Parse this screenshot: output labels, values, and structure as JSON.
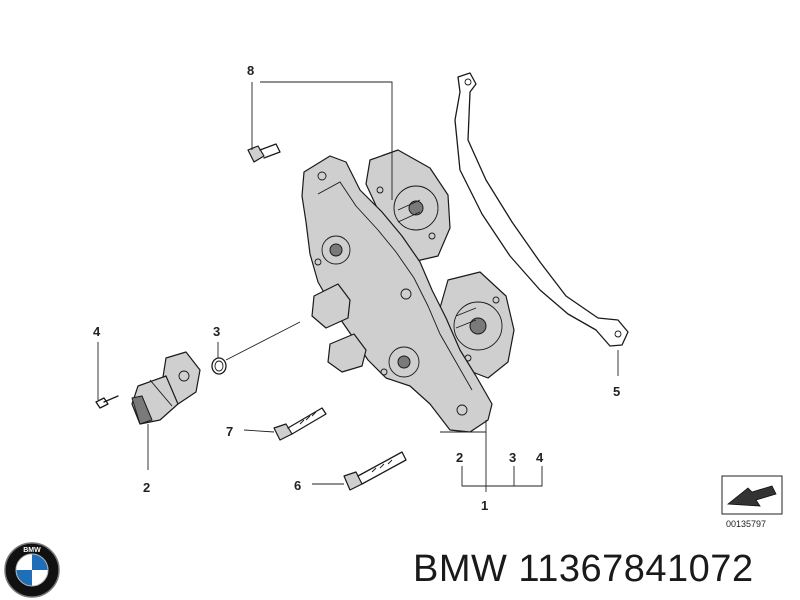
{
  "callouts": {
    "c1": "1",
    "c2a": "2",
    "c2b": "2",
    "c3a": "3",
    "c3b": "3",
    "c4a": "4",
    "c4b": "4",
    "c5": "5",
    "c6": "6",
    "c7": "7",
    "c8": "8"
  },
  "reference_code": "00135797",
  "footer": {
    "part_label": "BMW 11367841072"
  },
  "logo": {
    "lettering": "BMW",
    "colors": {
      "blue": "#1f6fb8",
      "white": "#ffffff",
      "ring": "#111111"
    }
  }
}
